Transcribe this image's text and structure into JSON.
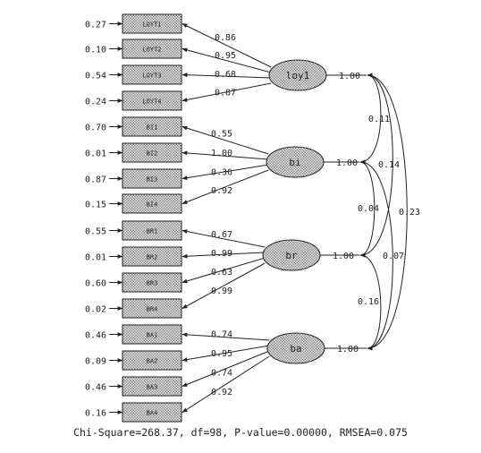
{
  "latents": [
    {
      "id": "loy",
      "label": "loy1",
      "variance": "1.00",
      "indicators": [
        {
          "label": "LOYT1",
          "error": "0.27",
          "loading": "0.86"
        },
        {
          "label": "LOYT2",
          "error": "0.10",
          "loading": "0.95"
        },
        {
          "label": "LOYT3",
          "error": "0.54",
          "loading": "0.68"
        },
        {
          "label": "LOYT4",
          "error": "0.24",
          "loading": "0.87"
        }
      ]
    },
    {
      "id": "bi",
      "label": "bi",
      "variance": "1.00",
      "indicators": [
        {
          "label": "BI1",
          "error": "0.70",
          "loading": "0.55"
        },
        {
          "label": "BI2",
          "error": "0.01",
          "loading": "1.00"
        },
        {
          "label": "BI3",
          "error": "0.87",
          "loading": "0.36"
        },
        {
          "label": "BI4",
          "error": "0.15",
          "loading": "0.92"
        }
      ]
    },
    {
      "id": "br",
      "label": "br",
      "variance": "1.00",
      "indicators": [
        {
          "label": "BR1",
          "error": "0.55",
          "loading": "0.67"
        },
        {
          "label": "BR2",
          "error": "0.01",
          "loading": "0.99"
        },
        {
          "label": "BR3",
          "error": "0.60",
          "loading": "0.63"
        },
        {
          "label": "BR4",
          "error": "0.02",
          "loading": "0.99"
        }
      ]
    },
    {
      "id": "ba",
      "label": "ba",
      "variance": "1.00",
      "indicators": [
        {
          "label": "BA1",
          "error": "0.46",
          "loading": "0.74"
        },
        {
          "label": "BA2",
          "error": "0.09",
          "loading": "0.95"
        },
        {
          "label": "BA3",
          "error": "0.46",
          "loading": "0.74"
        },
        {
          "label": "BA4",
          "error": "0.16",
          "loading": "0.92"
        }
      ]
    }
  ],
  "covariances": [
    {
      "from": "loy",
      "to": "bi",
      "value": "0.11"
    },
    {
      "from": "loy",
      "to": "br",
      "value": "0.14"
    },
    {
      "from": "loy",
      "to": "ba",
      "value": "0.23"
    },
    {
      "from": "bi",
      "to": "br",
      "value": "0.04"
    },
    {
      "from": "bi",
      "to": "ba",
      "value": "0.07"
    },
    {
      "from": "br",
      "to": "ba",
      "value": "0.16"
    }
  ],
  "fit_statistics": "Chi-Square=268.37, df=98, P-value=0.00000, RMSEA=0.075",
  "colors": {
    "line": "#222222",
    "fill_pattern": "#9a9a9a",
    "box_bg": "#e8e8e8"
  }
}
